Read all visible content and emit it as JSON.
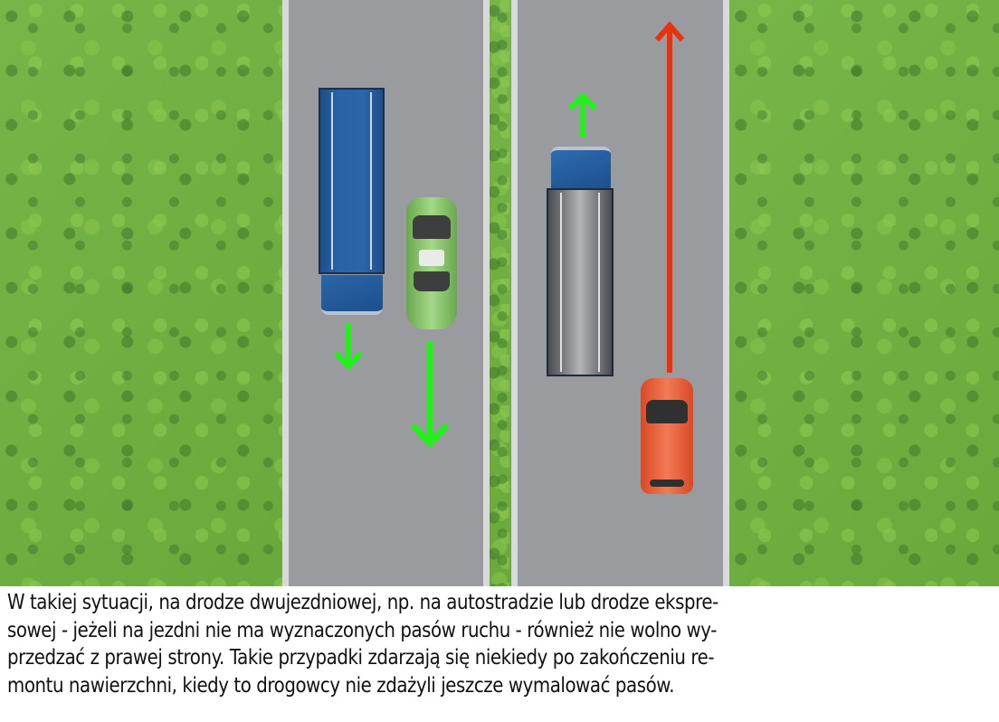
{
  "scene": {
    "description": "Top-down view of a dual carriageway with two vehicles per carriageway",
    "colors": {
      "grass": "#6fb23e",
      "road": "#9a9b9e",
      "road_edge": "#d8d9da",
      "allowed_arrow": "#22f01a",
      "forbidden_arrow": "#e8320e",
      "truck_blue": "#2a64a6",
      "car_green": "#8cc86e",
      "car_red": "#ee6a45"
    },
    "left_carriageway": {
      "direction": "down",
      "vehicles": [
        {
          "type": "truck",
          "color": "blue",
          "arrow": "short-green-down"
        },
        {
          "type": "car",
          "color": "green",
          "arrow": "long-green-down"
        }
      ]
    },
    "right_carriageway": {
      "direction": "up",
      "vehicles": [
        {
          "type": "truck",
          "color": "blue-cab-grey-trailer",
          "arrow": "short-green-up"
        },
        {
          "type": "car",
          "color": "red",
          "arrow": "long-red-up"
        }
      ]
    }
  },
  "caption": {
    "lines": [
      "W takiej sytuacji, na drodze dwujezdniowej, np. na autostradzie lub drodze ekspre-",
      "sowej - jeżeli na jezdni nie ma wyznaczonych pasów ruchu - również nie wolno wy-",
      "przedzać z prawej strony. Takie przypadki zdarzają się niekiedy po zakończeniu re-",
      "montu nawierzchni, kiedy to drogowcy nie zdażyli jeszcze wymalować pasów."
    ]
  }
}
